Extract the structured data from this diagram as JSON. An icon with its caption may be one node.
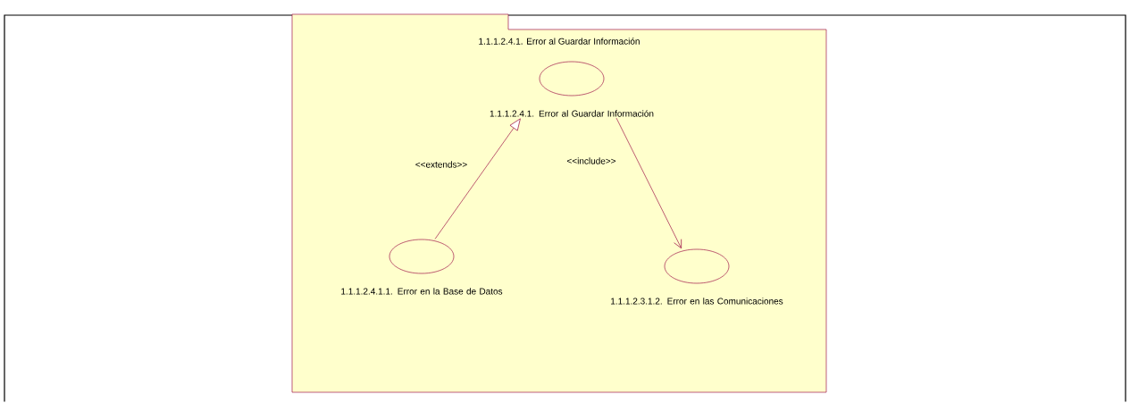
{
  "diagram": {
    "nodes": [
      {
        "text": [
          "1.1.1.2.4.1. Error al Guardar Información"
        ]
      },
      {
        "text": [
          "1.1.1.2.4.1. Error al Guardar Información"
        ],
        "in": 0
      },
      {
        "text": [
          "1.1.1.2.4.1.1. Error en la Base de Datos"
        ],
        "in": 0
      },
      {
        "text": [
          "1.1.1.2.3.1.2. Error en las Comunicaciones"
        ],
        "in": 0
      }
    ],
    "edges": [
      {
        "from": 2,
        "to": 1,
        "arrow": "to",
        "label": "<<extends>>"
      },
      {
        "from": 1,
        "to": 3,
        "arrow": "to",
        "label": "<<include>>"
      }
    ]
  }
}
